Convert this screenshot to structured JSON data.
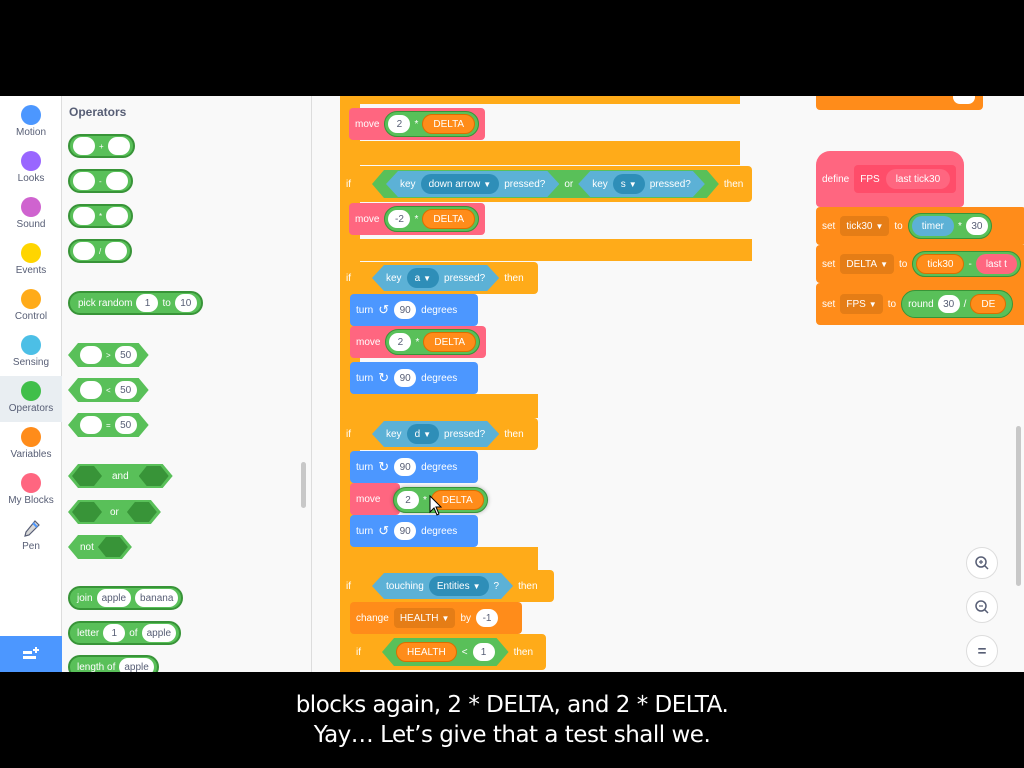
{
  "categories": [
    {
      "label": "Motion",
      "color": "#4c97ff"
    },
    {
      "label": "Looks",
      "color": "#9966ff"
    },
    {
      "label": "Sound",
      "color": "#cf63cf"
    },
    {
      "label": "Events",
      "color": "#ffd500"
    },
    {
      "label": "Control",
      "color": "#ffab19"
    },
    {
      "label": "Sensing",
      "color": "#4cbfe6"
    },
    {
      "label": "Operators",
      "color": "#40bf4a"
    },
    {
      "label": "Variables",
      "color": "#ff8c1a"
    },
    {
      "label": "My Blocks",
      "color": "#ff6680"
    },
    {
      "label": "Pen",
      "color": ""
    }
  ],
  "active_category": "Operators",
  "palette": {
    "title": "Operators",
    "arith": [
      "+",
      "-",
      "*",
      "/"
    ],
    "pick_random": {
      "label": "pick random",
      "from": "1",
      "to_label": "to",
      "to": "10"
    },
    "compare": [
      {
        "op": ">",
        "value": "50"
      },
      {
        "op": "<",
        "value": "50"
      },
      {
        "op": "=",
        "value": "50"
      }
    ],
    "and_label": "and",
    "or_label": "or",
    "not_label": "not",
    "join": {
      "label": "join",
      "a": "apple",
      "b": "banana"
    },
    "letter": {
      "label": "letter",
      "index": "1",
      "of_label": "of",
      "text": "apple"
    },
    "length": {
      "label": "length of",
      "text": "apple"
    }
  },
  "script": {
    "move1": {
      "label": "move",
      "a": "2",
      "op": "*",
      "var": "DELTA"
    },
    "if_down": {
      "if_label": "if",
      "key_label": "key",
      "key1": "down arrow",
      "pressed": "pressed?",
      "or_label": "or",
      "key2": "s",
      "then_label": "then"
    },
    "move2": {
      "label": "move",
      "a": "-2",
      "op": "*",
      "var": "DELTA"
    },
    "if_a": {
      "if_label": "if",
      "key_label": "key",
      "key": "a",
      "pressed": "pressed?",
      "then_label": "then"
    },
    "turn_left1": {
      "label": "turn",
      "deg": "90",
      "deg_label": "degrees"
    },
    "move3": {
      "label": "move",
      "a": "2",
      "op": "*",
      "var": "DELTA"
    },
    "turn_right1": {
      "label": "turn",
      "deg": "90",
      "deg_label": "degrees"
    },
    "if_d": {
      "if_label": "if",
      "key_label": "key",
      "key": "d",
      "pressed": "pressed?",
      "then_label": "then"
    },
    "turn_right2": {
      "label": "turn",
      "deg": "90",
      "deg_label": "degrees"
    },
    "move4": {
      "label": "move",
      "a": "2",
      "op": "*",
      "var": "DELTA"
    },
    "turn_left2": {
      "label": "turn",
      "deg": "90",
      "deg_label": "degrees"
    },
    "if_touch": {
      "if_label": "if",
      "touch_label": "touching",
      "target": "Entities",
      "q": "?",
      "then_label": "then"
    },
    "change_health": {
      "label": "change",
      "var": "HEALTH",
      "by_label": "by",
      "value": "-1"
    },
    "if_health": {
      "if_label": "if",
      "var": "HEALTH",
      "op": "<",
      "value": "1",
      "then_label": "then"
    }
  },
  "define": {
    "define_label": "define",
    "name": "FPS",
    "param": "last tick30",
    "set1": {
      "label": "set",
      "var": "tick30",
      "to_label": "to",
      "reporter": "timer",
      "op": "*",
      "value": "30"
    },
    "set2": {
      "label": "set",
      "var": "DELTA",
      "to_label": "to",
      "a": "tick30",
      "op": "-",
      "b": "last t"
    },
    "set3": {
      "label": "set",
      "var": "FPS",
      "to_label": "to",
      "fn": "round",
      "a": "30",
      "op": "/",
      "b": "DE"
    }
  },
  "zoom": {
    "in": "+",
    "out": "−",
    "reset": "="
  },
  "subtitles": [
    "blocks again, 2 * DELTA, and 2 * DELTA.",
    "Yay… Let’s give that a test shall we."
  ]
}
